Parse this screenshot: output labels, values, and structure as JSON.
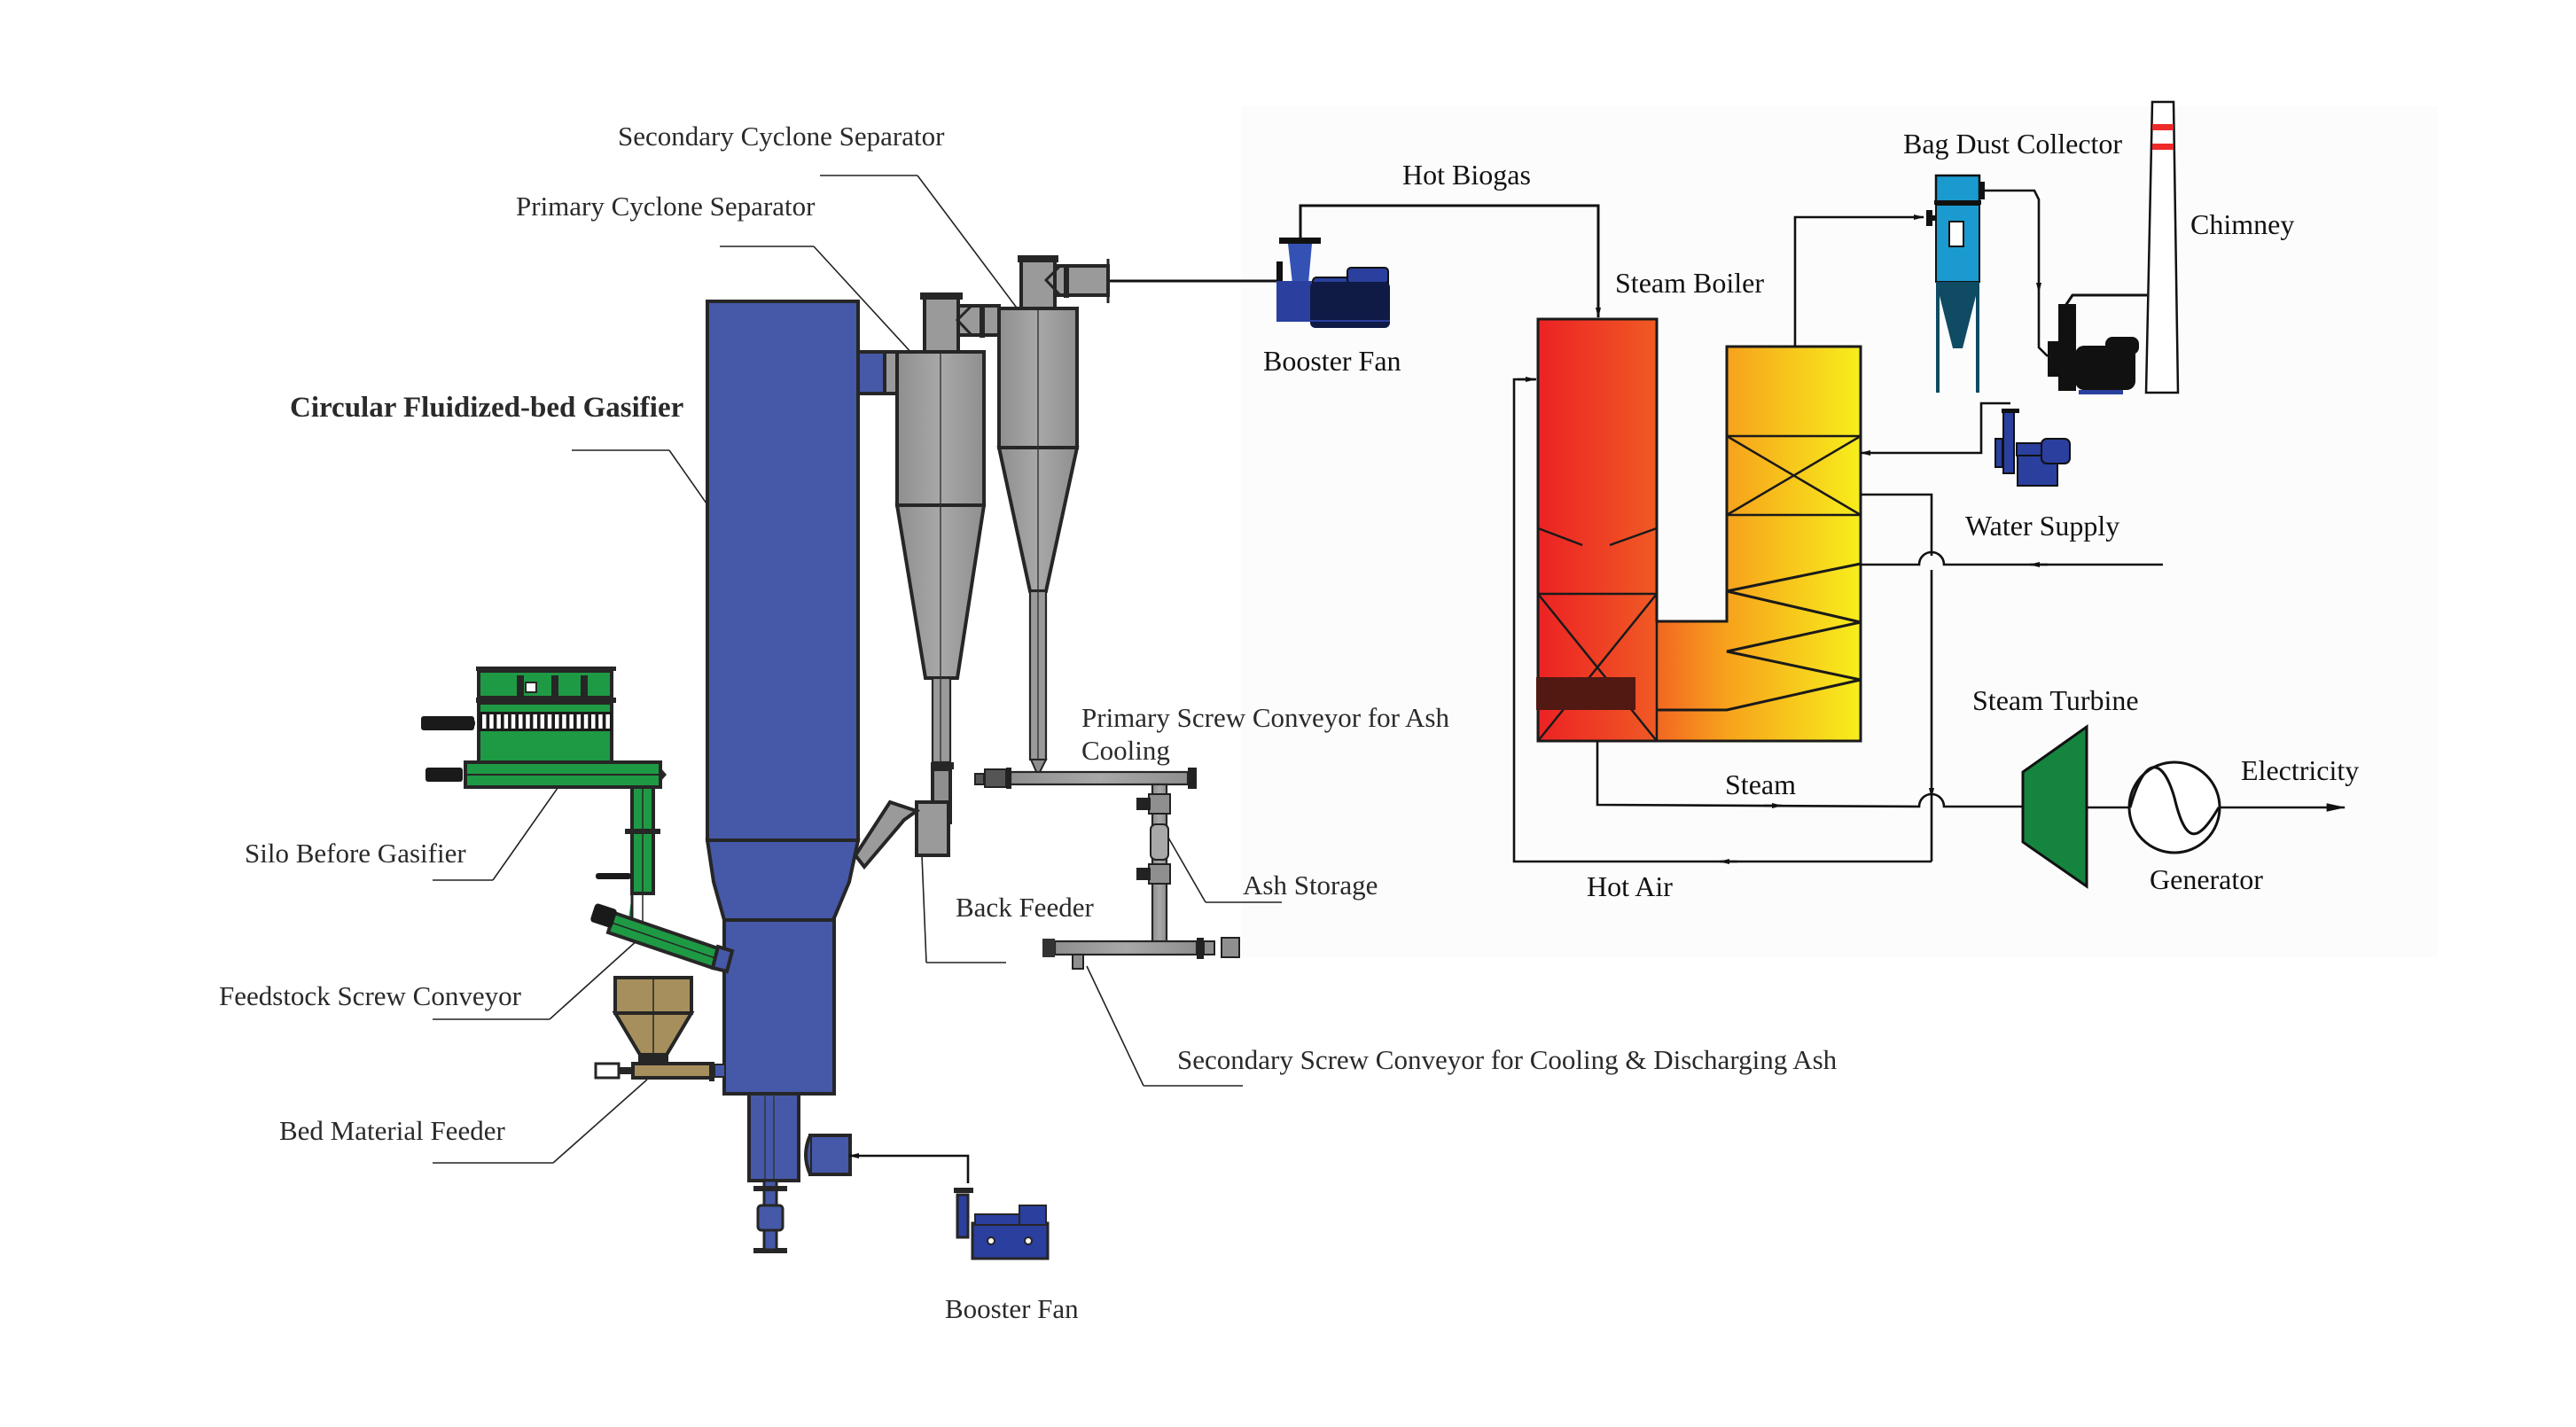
{
  "title": "Biomass Circulating Fluidized-bed Gasification Power Generation Process",
  "colors": {
    "gasifier_blue": "#4559a8",
    "cyclone_gray": "#9a9a9a",
    "silo_green": "#1e9a44",
    "hopper_tan": "#a68f5c",
    "boiler_red": "#ec2224",
    "boiler_orange": "#f26722",
    "boiler_yellow": "#f7ec1c",
    "burner_brown": "#521812",
    "bag_collector_blue": "#1b9ad0",
    "bag_collector_hopper": "#0f4b63",
    "turbine_green": "#15843f",
    "fan_blue": "#2a3f9e",
    "fan_motor_navy": "#0f1a45",
    "chimney_stripe": "#ee2a2a"
  },
  "labels": {
    "secondary_cyclone": "Secondary Cyclone Separator",
    "primary_cyclone": "Primary Cyclone Separator",
    "gasifier": "Circular Fluidized-bed Gasifier",
    "silo": "Silo Before Gasifier",
    "feedstock_conveyor": "Feedstock Screw Conveyor",
    "bed_feeder": "Bed Material  Feeder",
    "booster_fan_bottom": "Booster Fan",
    "back_feeder": "Back Feeder",
    "primary_screw_line1": "Primary  Screw Conveyor for Ash",
    "primary_screw_line2": "Cooling",
    "ash_storage": "Ash Storage",
    "secondary_screw": "Secondary Screw Conveyor for Cooling & Discharging Ash",
    "hot_biogas": "Hot Biogas",
    "booster_fan_top": "Booster Fan",
    "steam_boiler": "Steam Boiler",
    "bag_dust_collector": "Bag Dust Collector",
    "chimney": "Chimney",
    "water_supply": "Water Supply",
    "steam_turbine": "Steam Turbine",
    "steam": "Steam",
    "hot_air": "Hot Air",
    "generator": "Generator",
    "electricity": "Electricity"
  },
  "icons": {
    "gasifier": "fluidized-bed-gasifier-vessel",
    "primary_cyclone": "cyclone-separator",
    "secondary_cyclone": "cyclone-separator",
    "silo": "feed-silo",
    "bed_hopper": "hopper",
    "booster_fan": "centrifugal-fan",
    "water_pump": "centrifugal-pump",
    "induced_draft_fan": "centrifugal-fan",
    "boiler": "steam-boiler",
    "bag_dust_collector": "bag-filter",
    "chimney": "stack",
    "turbine": "steam-turbine",
    "generator": "ac-generator"
  }
}
